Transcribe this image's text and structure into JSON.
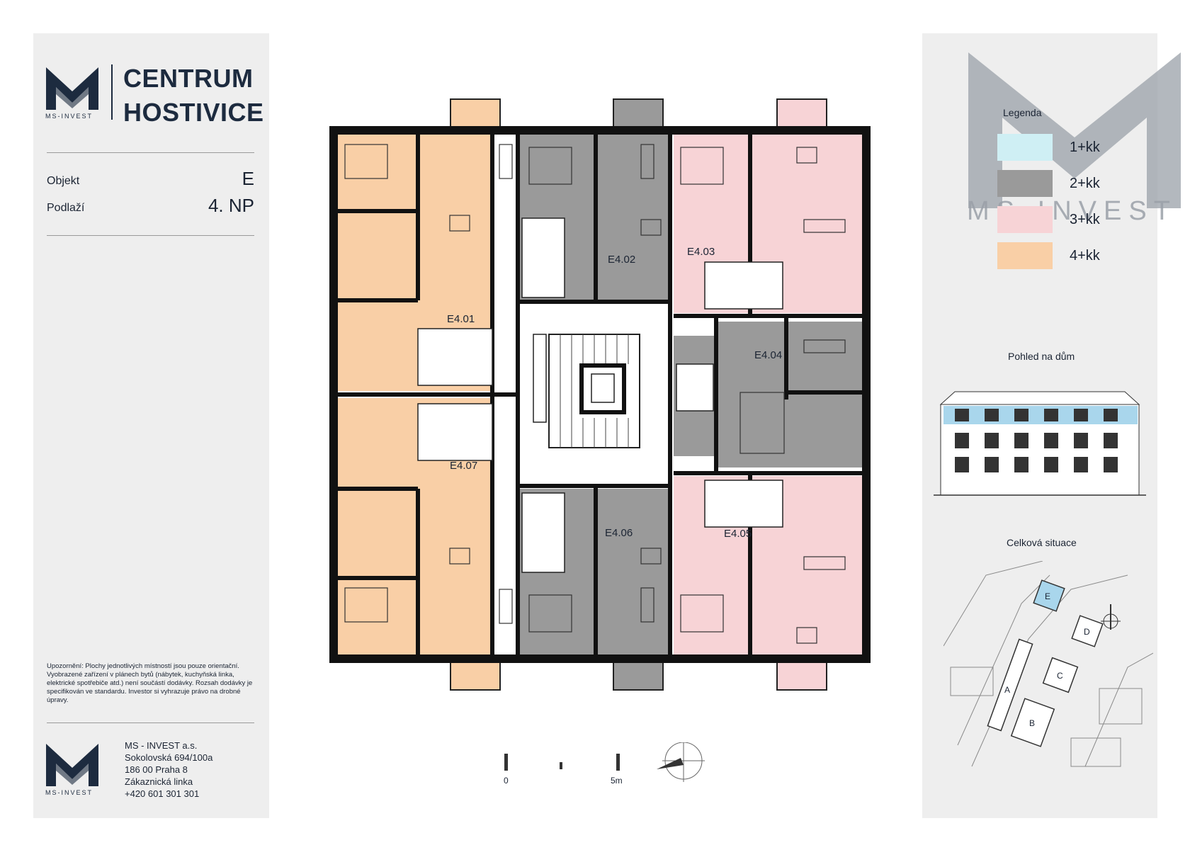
{
  "brand": {
    "title_line1": "CENTRUM",
    "title_line2": "HOSTIVICE",
    "logo_caption": "MS-INVEST"
  },
  "info": {
    "object_label": "Objekt",
    "object_value": "E",
    "floor_label": "Podlaží",
    "floor_value": "4. NP"
  },
  "notice": "Upozornění: Plochy jednotlivých místností jsou pouze orientační. Vyobrazené zařízení v plánech bytů (nábytek, kuchyňská linka, elektrické spotřebiče atd.) není součástí dodávky. Rozsah dodávky je specifikován ve standardu. Investor si vyhrazuje právo na drobné úpravy.",
  "contact": {
    "company": "MS - INVEST a.s.",
    "street": "Sokolovská 694/100a",
    "city": "186 00 Praha 8",
    "hotline_label": "Zákaznická linka",
    "phone": "+420 601 301 301"
  },
  "watermark": {
    "text": "MS-INVEST"
  },
  "legend": {
    "title": "Legenda",
    "items": [
      {
        "label": "1+kk",
        "color": "#cfeff4"
      },
      {
        "label": "2+kk",
        "color": "#9a9a9a"
      },
      {
        "label": "3+kk",
        "color": "#f7d3d6"
      },
      {
        "label": "4+kk",
        "color": "#f9cfa6"
      }
    ]
  },
  "view_title": "Pohled na dům",
  "site_title": "Celková situace",
  "site_labels": [
    "E",
    "D",
    "C",
    "A",
    "B"
  ],
  "units": [
    "E4.01",
    "E4.02",
    "E4.03",
    "E4.04",
    "E4.05",
    "E4.06",
    "E4.07"
  ],
  "scale": {
    "zero": "0",
    "five": "5m"
  },
  "colors": {
    "brand_navy": "#1d2b3f",
    "panel_bg": "#eeeeee",
    "wall": "#111111",
    "unit_4kk": "#f9cfa6",
    "unit_2kk": "#9a9a9a",
    "unit_3kk": "#f7d3d6",
    "highlight_floor": "#a9d6ec"
  }
}
